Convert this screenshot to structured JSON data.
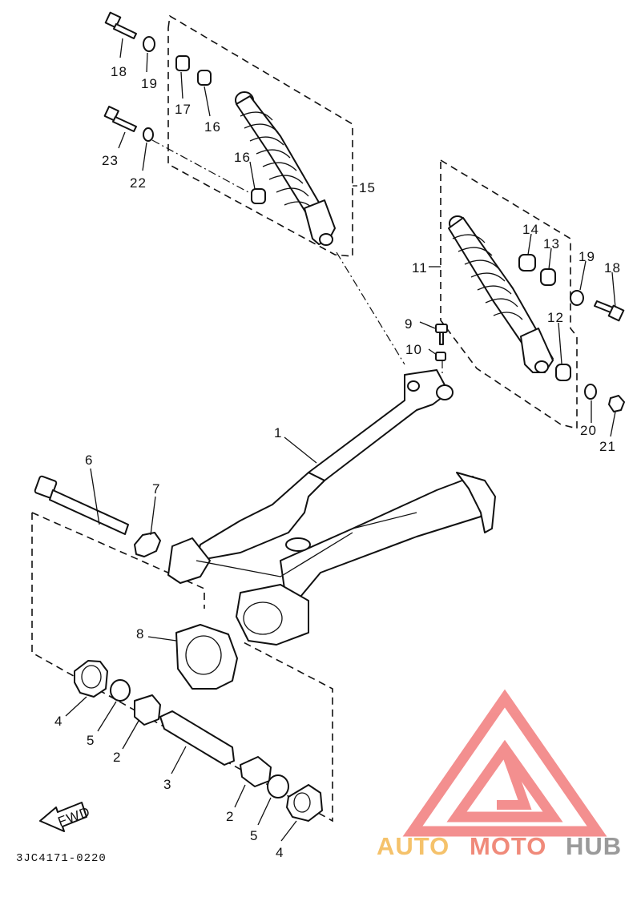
{
  "callouts": [
    {
      "id": "c18a",
      "label": "18"
    },
    {
      "id": "c19a",
      "label": "19"
    },
    {
      "id": "c17",
      "label": "17"
    },
    {
      "id": "c16a",
      "label": "16"
    },
    {
      "id": "c23",
      "label": "23"
    },
    {
      "id": "c22",
      "label": "22"
    },
    {
      "id": "c16b",
      "label": "16"
    },
    {
      "id": "c15",
      "label": "15"
    },
    {
      "id": "c14",
      "label": "14"
    },
    {
      "id": "c13",
      "label": "13"
    },
    {
      "id": "c19b",
      "label": "19"
    },
    {
      "id": "c18b",
      "label": "18"
    },
    {
      "id": "c11",
      "label": "11"
    },
    {
      "id": "c12",
      "label": "12"
    },
    {
      "id": "c9",
      "label": "9"
    },
    {
      "id": "c10",
      "label": "10"
    },
    {
      "id": "c20",
      "label": "20"
    },
    {
      "id": "c21",
      "label": "21"
    },
    {
      "id": "c1",
      "label": "1"
    },
    {
      "id": "c6",
      "label": "6"
    },
    {
      "id": "c7",
      "label": "7"
    },
    {
      "id": "c8",
      "label": "8"
    },
    {
      "id": "c4a",
      "label": "4"
    },
    {
      "id": "c5a",
      "label": "5"
    },
    {
      "id": "c2a",
      "label": "2"
    },
    {
      "id": "c3",
      "label": "3"
    },
    {
      "id": "c2b",
      "label": "2"
    },
    {
      "id": "c5b",
      "label": "5"
    },
    {
      "id": "c4b",
      "label": "4"
    }
  ],
  "fwd_label": "FWD",
  "diagram_code": "3JC4171-0220",
  "watermark": {
    "part1": "AUTO",
    "part2": "MOTO",
    "part3": "HUB",
    "color1": "#f5c26b",
    "color2": "#f08a7a",
    "color3": "#9a9a9a",
    "logo_color": "#f27c7c"
  }
}
